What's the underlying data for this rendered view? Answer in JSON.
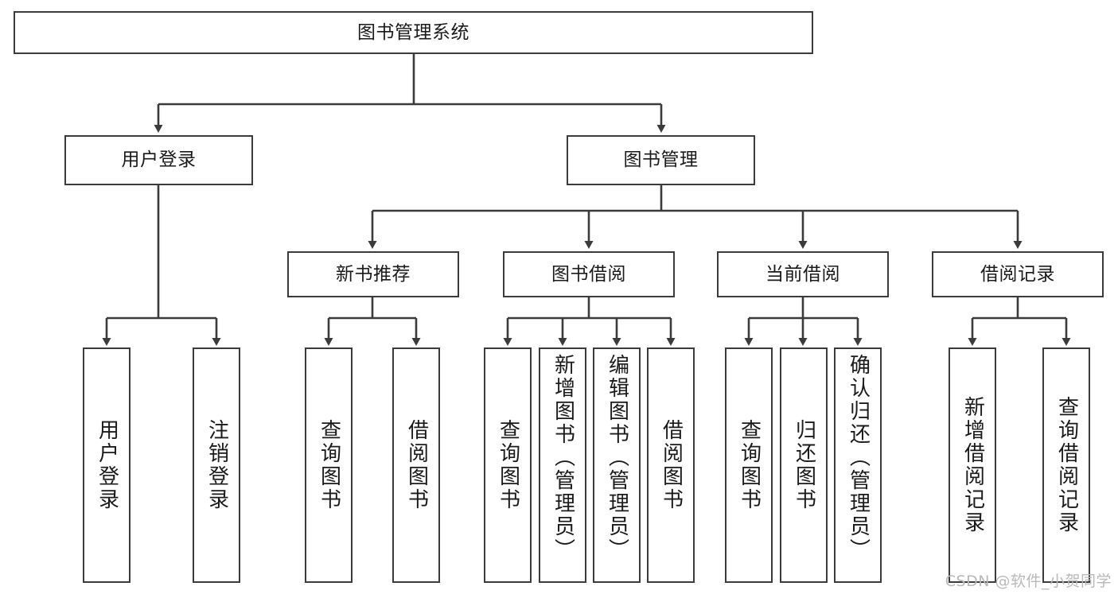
{
  "diagram": {
    "type": "tree-hierarchy-chart",
    "title": "图书管理系统",
    "stroke_color": "#3b3b3b",
    "background_color": "#ffffff",
    "levels": {
      "root": {
        "id": "root",
        "label": "图书管理系统",
        "orientation": "horizontal"
      },
      "level2": [
        {
          "id": "user-login",
          "label": "用户登录",
          "orientation": "horizontal"
        },
        {
          "id": "book-management",
          "label": "图书管理",
          "orientation": "horizontal"
        }
      ],
      "level3": [
        {
          "id": "new-book-recommend",
          "label": "新书推荐",
          "orientation": "horizontal",
          "parent": "book-management"
        },
        {
          "id": "book-borrow",
          "label": "图书借阅",
          "orientation": "horizontal",
          "parent": "book-management"
        },
        {
          "id": "current-borrow",
          "label": "当前借阅",
          "orientation": "horizontal",
          "parent": "book-management"
        },
        {
          "id": "borrow-record",
          "label": "借阅记录",
          "orientation": "horizontal",
          "parent": "book-management"
        }
      ],
      "leaves": [
        {
          "id": "leaf-user-login",
          "label": "用户登录",
          "parent": "user-login",
          "orientation": "vertical"
        },
        {
          "id": "leaf-user-logout",
          "label": "注销登录",
          "parent": "user-login",
          "orientation": "vertical"
        },
        {
          "id": "leaf-query-book-1",
          "label": "查询图书",
          "parent": "new-book-recommend",
          "orientation": "vertical"
        },
        {
          "id": "leaf-borrow-book-1",
          "label": "借阅图书",
          "parent": "new-book-recommend",
          "orientation": "vertical"
        },
        {
          "id": "leaf-query-book-2",
          "label": "查询图书",
          "parent": "book-borrow",
          "orientation": "vertical"
        },
        {
          "id": "leaf-add-book",
          "label": "新增图书（管理员）",
          "parent": "book-borrow",
          "orientation": "vertical"
        },
        {
          "id": "leaf-edit-book",
          "label": "编辑图书（管理员）",
          "parent": "book-borrow",
          "orientation": "vertical"
        },
        {
          "id": "leaf-borrow-book-2",
          "label": "借阅图书",
          "parent": "book-borrow",
          "orientation": "vertical"
        },
        {
          "id": "leaf-query-book-3",
          "label": "查询图书",
          "parent": "current-borrow",
          "orientation": "vertical"
        },
        {
          "id": "leaf-return-book",
          "label": "归还图书",
          "parent": "current-borrow",
          "orientation": "vertical"
        },
        {
          "id": "leaf-confirm-return",
          "label": "确认归还（管理员）",
          "parent": "current-borrow",
          "orientation": "vertical"
        },
        {
          "id": "leaf-add-record",
          "label": "新增借阅记录",
          "parent": "borrow-record",
          "orientation": "vertical"
        },
        {
          "id": "leaf-query-record",
          "label": "查询借阅记录",
          "parent": "borrow-record",
          "orientation": "vertical"
        }
      ]
    },
    "watermark": "CSDN @软件_小贺同学"
  }
}
